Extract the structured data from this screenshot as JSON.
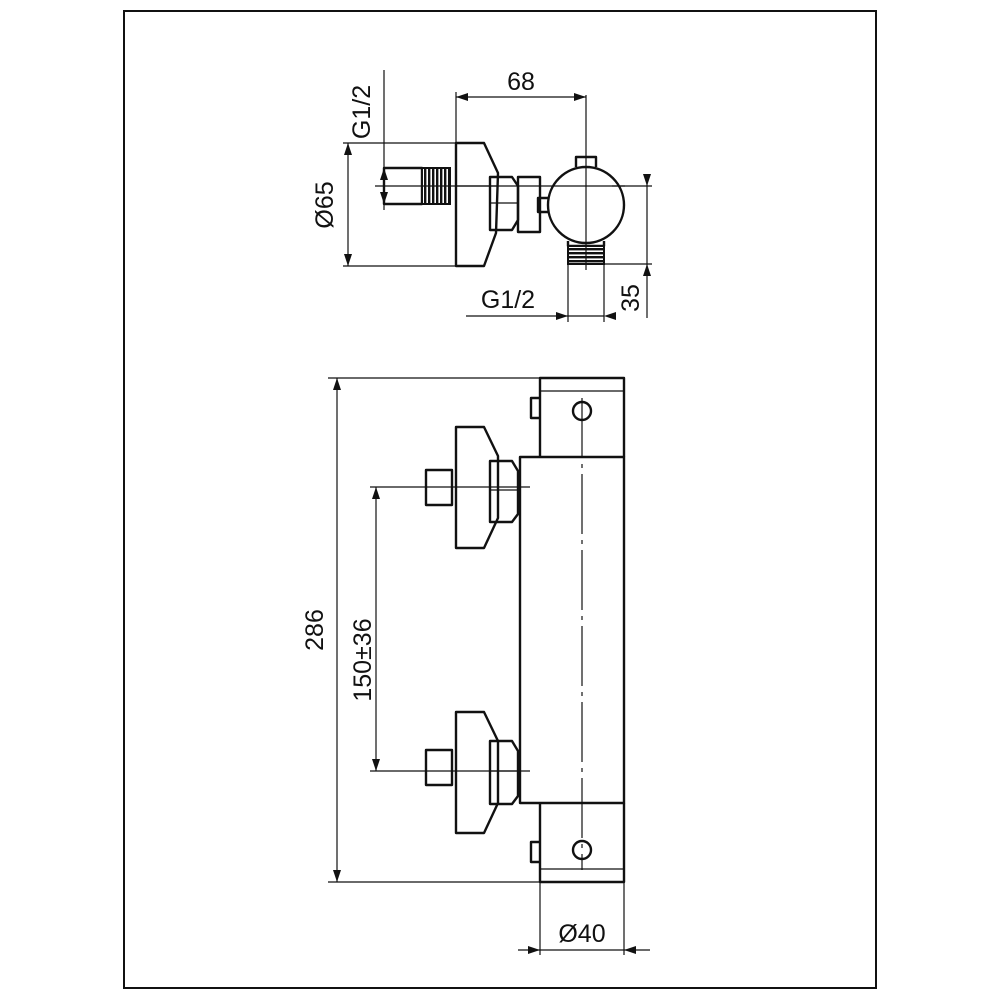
{
  "top_view": {
    "dim_width": "68",
    "dim_inlet_thread": "G1/2",
    "dim_diameter": "Ø65",
    "dim_outlet_thread": "G1/2",
    "dim_outlet_length": "35"
  },
  "front_view": {
    "dim_height": "286",
    "dim_centers": "150±36",
    "dim_body_diameter": "Ø40"
  }
}
